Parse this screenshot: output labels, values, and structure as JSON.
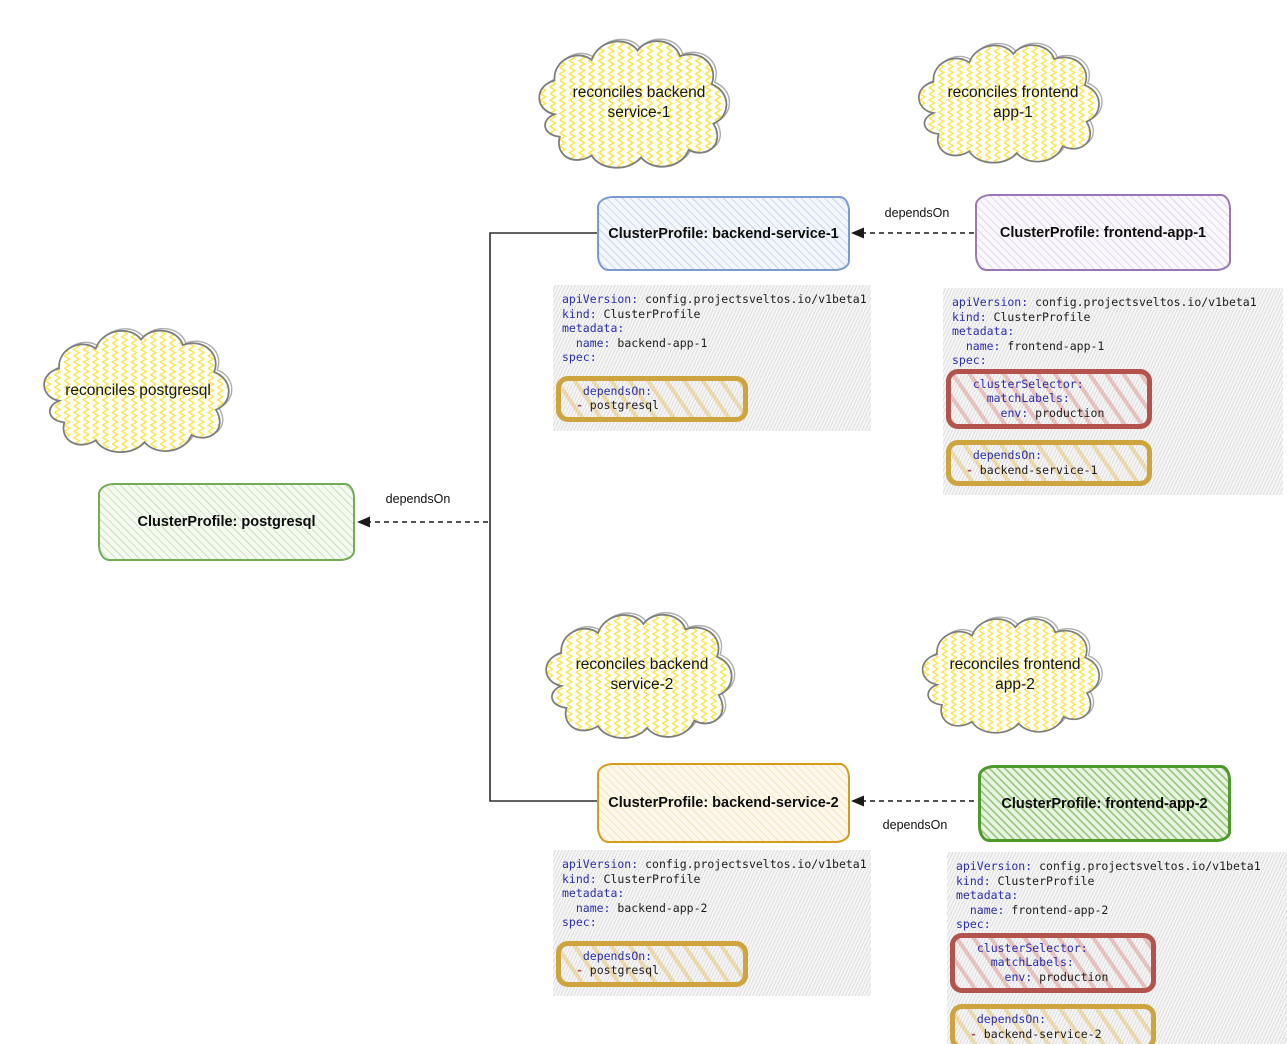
{
  "diagram": {
    "title_hint": "Sveltos ClusterProfile dependsOn diagram",
    "colors": {
      "node_blue_border": "#7b9ad2",
      "node_purple_border": "#9b77b4",
      "node_green_border": "#74ab55",
      "node_orange_border": "#d69b1b",
      "node_darkgreen_border": "#4d9929",
      "cloud_outline": "#7d7d7d",
      "cloud_zigzag": "#f7e74e",
      "yaml_key": "#2b2fa8",
      "yaml_dash": "#a84a64",
      "highlight_gold": "#cda43e",
      "highlight_red": "#b2544d",
      "connector": "#2f2f2f"
    },
    "clouds": [
      {
        "lines": [
          "reconciles backend",
          "service-1"
        ]
      },
      {
        "lines": [
          "reconciles frontend",
          "app-1"
        ]
      },
      {
        "lines": [
          "reconciles postgresql"
        ]
      },
      {
        "lines": [
          "reconciles backend",
          "service-2"
        ]
      },
      {
        "lines": [
          "reconciles frontend",
          "app-2"
        ]
      }
    ],
    "profiles": [
      {
        "label": "ClusterProfile: backend-service-1"
      },
      {
        "label": "ClusterProfile: frontend-app-1"
      },
      {
        "label": "ClusterProfile: postgresql"
      },
      {
        "label": "ClusterProfile: backend-service-2"
      },
      {
        "label": "ClusterProfile: frontend-app-2"
      }
    ],
    "edges": [
      {
        "label": "dependsOn"
      },
      {
        "label": "dependsOn"
      },
      {
        "label": "dependsOn"
      }
    ],
    "yaml_blocks": [
      {
        "id": "backend-app-1",
        "segments": [
          {
            "highlight": null,
            "lines": [
              "apiVersion: config.projectsveltos.io/v1beta1",
              "kind: ClusterProfile",
              "metadata:",
              "  name: backend-app-1",
              "spec:"
            ]
          },
          {
            "highlight": "gold",
            "lines": [
              "  dependsOn:",
              " - postgresql"
            ]
          }
        ]
      },
      {
        "id": "frontend-app-1",
        "segments": [
          {
            "highlight": null,
            "lines": [
              "apiVersion: config.projectsveltos.io/v1beta1",
              "kind: ClusterProfile",
              "metadata:",
              "  name: frontend-app-1",
              "spec:"
            ]
          },
          {
            "highlight": "red",
            "lines": [
              "  clusterSelector:",
              "    matchLabels:",
              "      env: production"
            ]
          },
          {
            "highlight": "gold",
            "lines": [
              "  dependsOn:",
              " - backend-service-1"
            ]
          }
        ]
      },
      {
        "id": "backend-app-2",
        "segments": [
          {
            "highlight": null,
            "lines": [
              "apiVersion: config.projectsveltos.io/v1beta1",
              "kind: ClusterProfile",
              "metadata:",
              "  name: backend-app-2",
              "spec:"
            ]
          },
          {
            "highlight": "gold",
            "lines": [
              "  dependsOn:",
              " - postgresql"
            ]
          }
        ]
      },
      {
        "id": "frontend-app-2",
        "segments": [
          {
            "highlight": null,
            "lines": [
              "apiVersion: config.projectsveltos.io/v1beta1",
              "kind: ClusterProfile",
              "metadata:",
              "  name: frontend-app-2",
              "spec:"
            ]
          },
          {
            "highlight": "red",
            "lines": [
              "  clusterSelector:",
              "    matchLabels:",
              "      env: production"
            ]
          },
          {
            "highlight": "gold",
            "lines": [
              "  dependsOn:",
              " - backend-service-2"
            ]
          }
        ]
      }
    ]
  }
}
